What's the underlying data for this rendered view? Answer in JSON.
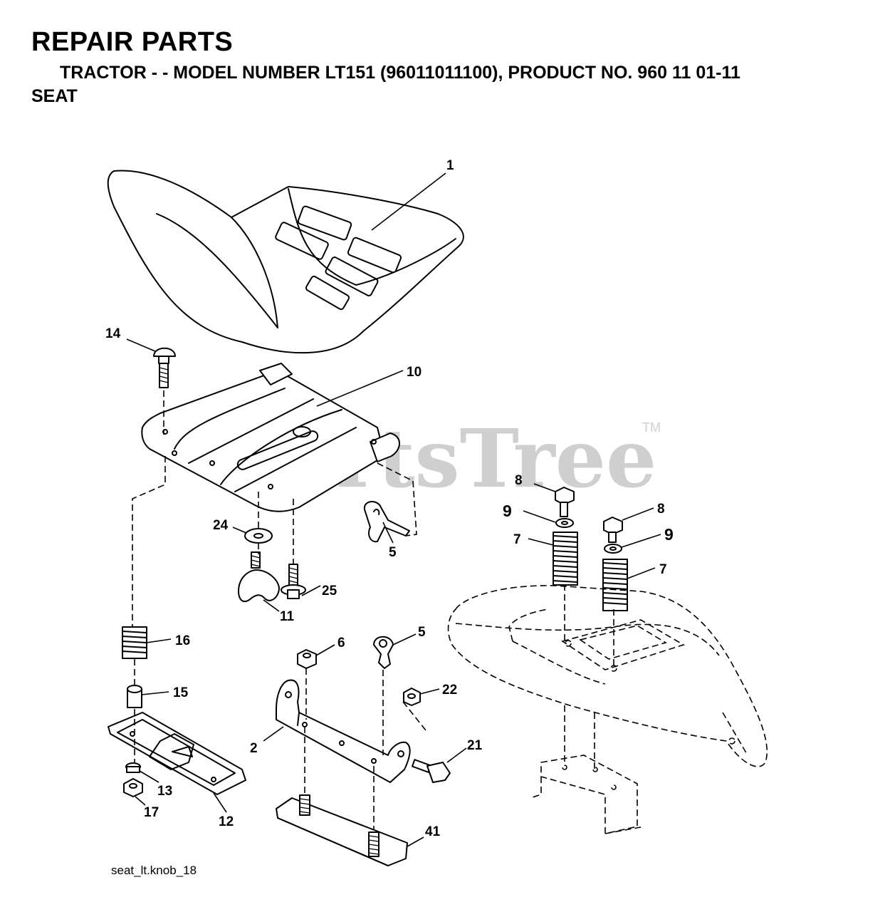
{
  "header": {
    "title": "REPAIR PARTS",
    "model_line": "TRACTOR - - MODEL NUMBER  LT151 (96011011100), PRODUCT NO. 960 11 01-11",
    "section": "SEAT"
  },
  "watermark": {
    "text": "PartsTree",
    "tm": "TM"
  },
  "file_name": "seat_lt.knob_18",
  "callouts": {
    "c1": "1",
    "c14": "14",
    "c10": "10",
    "c24": "24",
    "c5a": "5",
    "c25": "25",
    "c11": "11",
    "c8a": "8",
    "c9a": "9",
    "c7a": "7",
    "c8b": "8",
    "c9b": "9",
    "c7b": "7",
    "c16": "16",
    "c6": "6",
    "c5b": "5",
    "c15": "15",
    "c22": "22",
    "c2": "2",
    "c21": "21",
    "c13": "13",
    "c17": "17",
    "c12": "12",
    "c41": "41"
  }
}
